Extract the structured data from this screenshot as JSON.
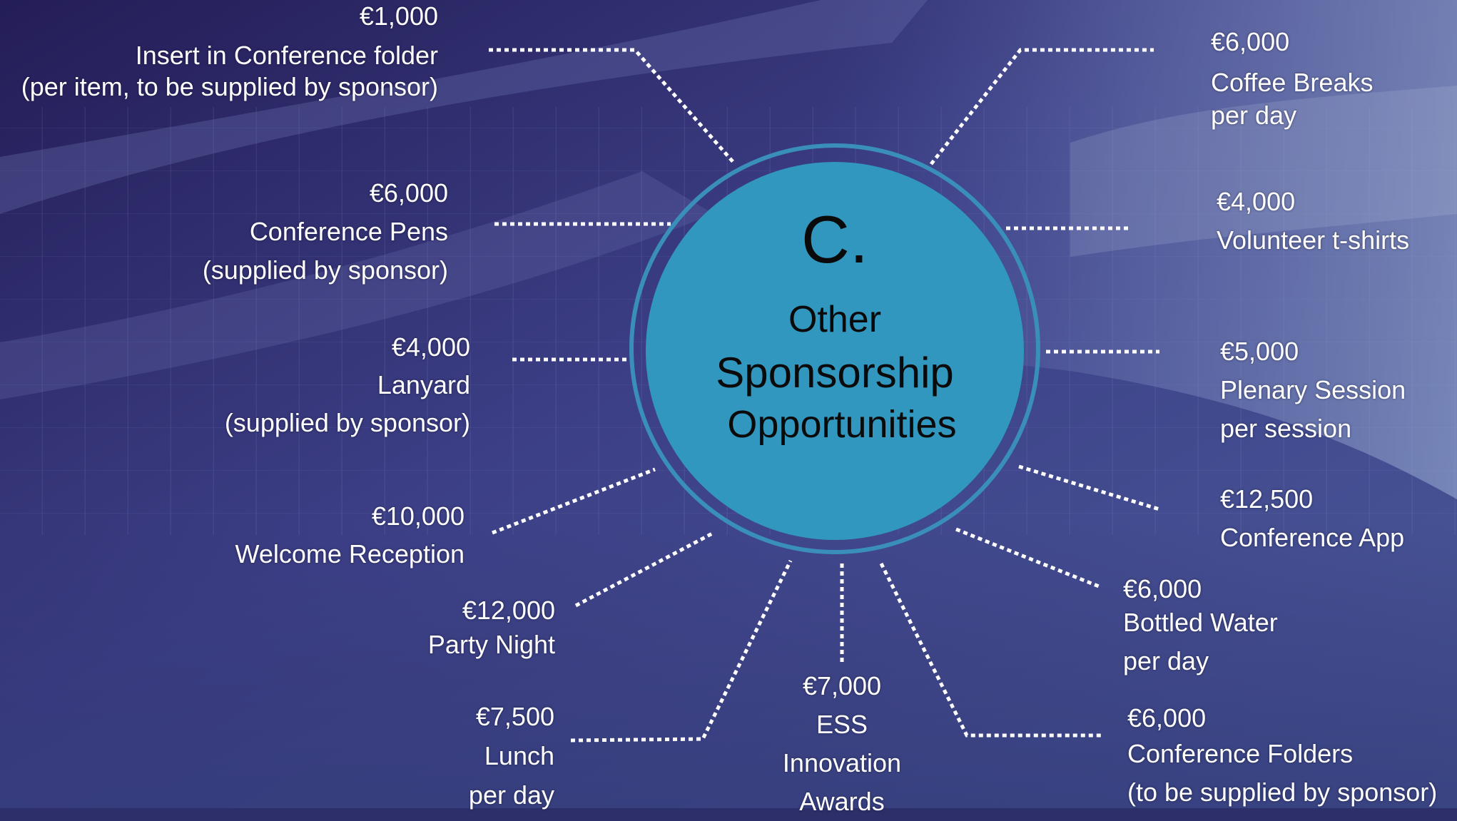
{
  "hub": {
    "letter": "C.",
    "line1": "Other",
    "line2": "Sponsorship",
    "line3": "Opportunities"
  },
  "items": [
    {
      "price": "€1,000",
      "lines": [
        "Insert in Conference folder",
        "(per item, to be supplied by sponsor)"
      ]
    },
    {
      "price": "€6,000",
      "lines": [
        "Conference Pens",
        "(supplied by sponsor)"
      ]
    },
    {
      "price": "€4,000",
      "lines": [
        "Lanyard",
        "(supplied by sponsor)"
      ]
    },
    {
      "price": "€10,000",
      "lines": [
        "Welcome Reception"
      ]
    },
    {
      "price": "€12,000",
      "lines": [
        "Party Night"
      ]
    },
    {
      "price": "€7,500",
      "lines": [
        "Lunch",
        "per day"
      ]
    },
    {
      "price": "€7,000",
      "lines": [
        "ESS",
        "Innovation",
        "Awards"
      ]
    },
    {
      "price": "€6,000",
      "lines": [
        "Conference Folders",
        "(to be supplied by sponsor)"
      ]
    },
    {
      "price": "€6,000",
      "lines": [
        "Bottled Water",
        "per day"
      ]
    },
    {
      "price": "€12,500",
      "lines": [
        "Conference App"
      ]
    },
    {
      "price": "€5,000",
      "lines": [
        "Plenary Session",
        "per session"
      ]
    },
    {
      "price": "€4,000",
      "lines": [
        "Volunteer t-shirts"
      ]
    },
    {
      "price": "€6,000",
      "lines": [
        "Coffee Breaks",
        "per day"
      ]
    }
  ],
  "colors": {
    "circle_fill": "#3297be",
    "circle_ring": "#3a8fba",
    "text": "#ffffff",
    "hub_text": "#0a0a0a",
    "background": "#2d2f6a"
  }
}
